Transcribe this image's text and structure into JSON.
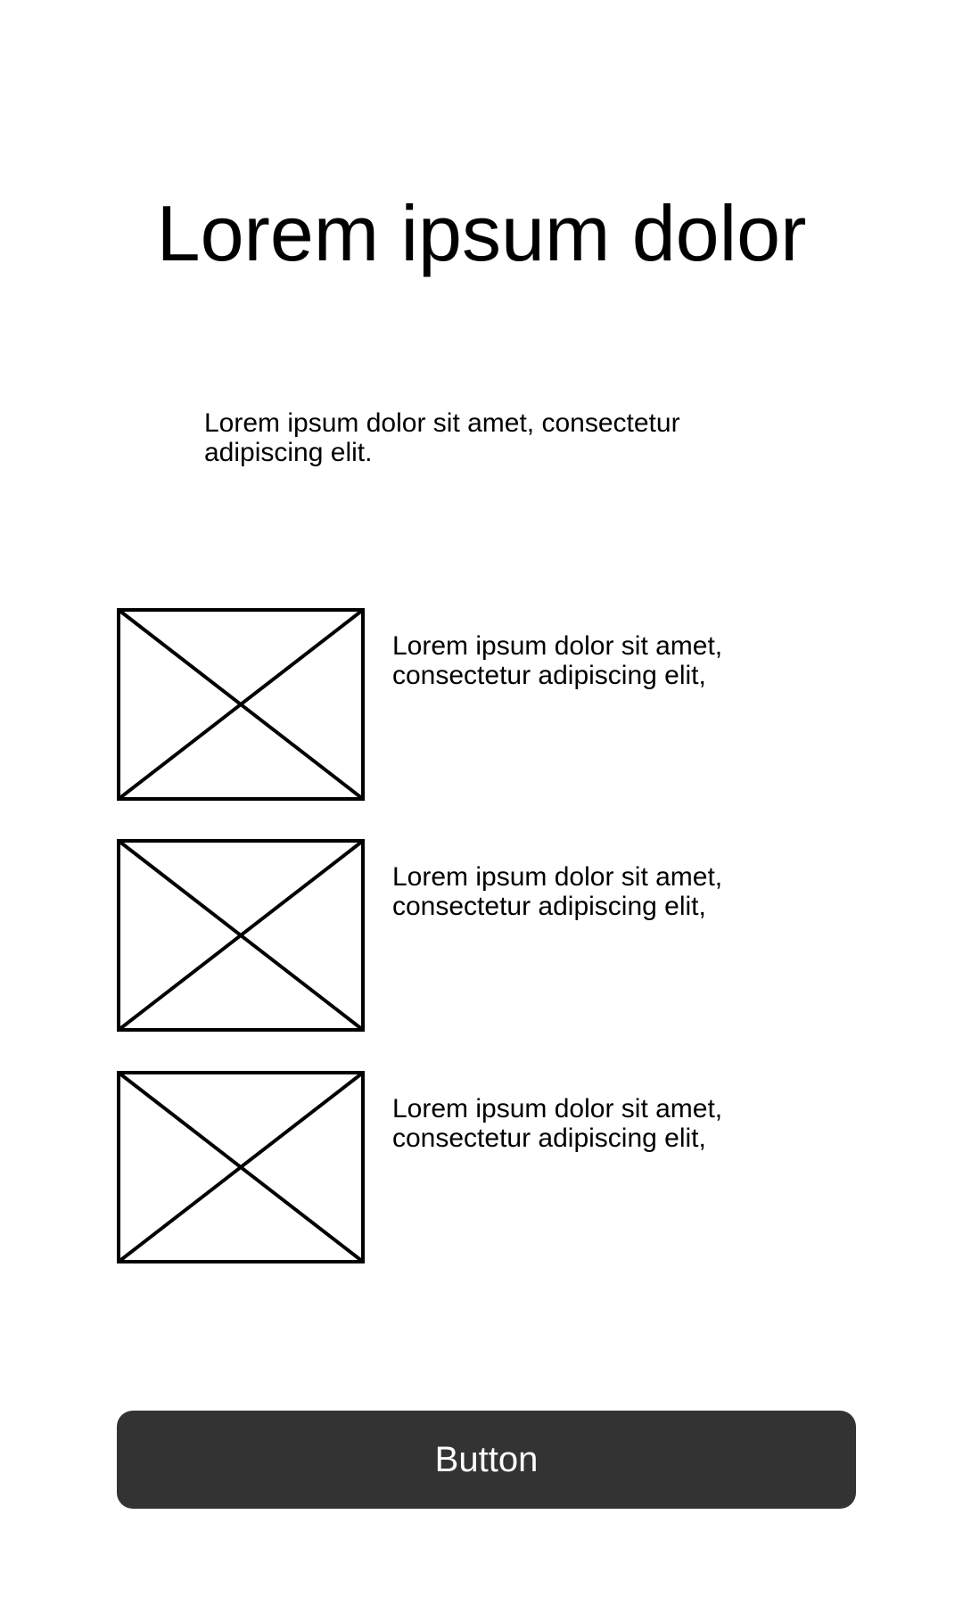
{
  "header": {
    "title": "Lorem ipsum dolor"
  },
  "intro": {
    "text": "Lorem ipsum dolor sit amet, consectetur adipiscing elit."
  },
  "items": [
    {
      "icon": "image-placeholder-icon",
      "text": "Lorem ipsum dolor sit amet, consectetur adipiscing elit,"
    },
    {
      "icon": "image-placeholder-icon",
      "text": "Lorem ipsum dolor sit amet, consectetur adipiscing elit,"
    },
    {
      "icon": "image-placeholder-icon",
      "text": "Lorem ipsum dolor sit amet, consectetur adipiscing elit,"
    }
  ],
  "footer": {
    "button_label": "Button"
  },
  "colors": {
    "background": "#ffffff",
    "text": "#000000",
    "button_background": "#333333",
    "button_text": "#ffffff"
  }
}
